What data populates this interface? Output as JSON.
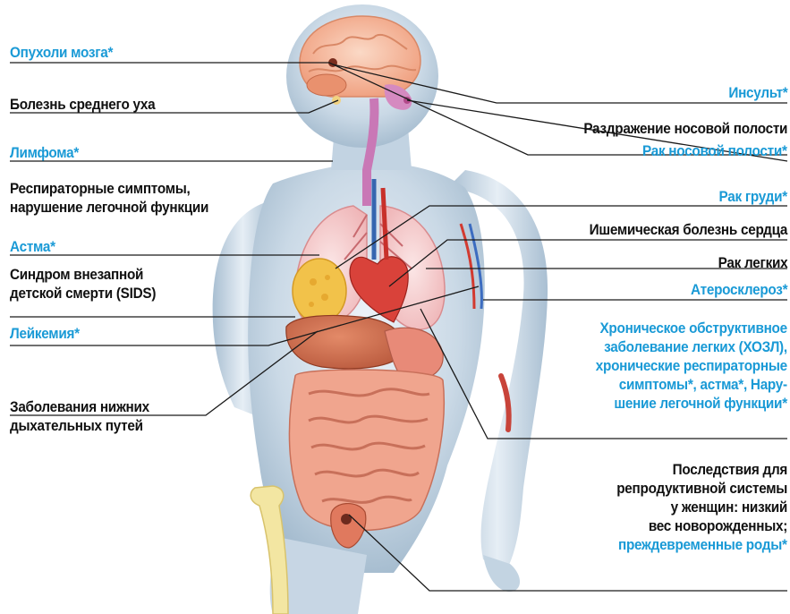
{
  "colors": {
    "highlight": "#1a9ad6",
    "text": "#111111",
    "leader_line": "#1a1a1a",
    "skin": "#b9ccdc",
    "organ": "#e8735a"
  },
  "labels_left": [
    {
      "id": "brain-tumor",
      "text": "Опухоли мозга*",
      "highlight": true
    },
    {
      "id": "middle-ear",
      "text": "Болезнь среднего уха",
      "highlight": false
    },
    {
      "id": "lymphoma",
      "text": "Лимфома*",
      "highlight": true
    },
    {
      "id": "respiratory",
      "lines": [
        "Респираторные симптомы,",
        "нарушение легочной функции"
      ],
      "highlight": false
    },
    {
      "id": "asthma",
      "text": "Астма*",
      "highlight": true
    },
    {
      "id": "sids",
      "lines": [
        "Синдром внезапной",
        "детской смерти (SIDS)"
      ],
      "highlight": false
    },
    {
      "id": "leukemia",
      "text": "Лейкемия*",
      "highlight": true
    },
    {
      "id": "lower-resp",
      "lines": [
        "Заболевания нижних",
        "дыхательных путей"
      ],
      "highlight": false
    }
  ],
  "labels_right": [
    {
      "id": "stroke",
      "text": "Инсульт*",
      "highlight": true
    },
    {
      "id": "nasal-irritation",
      "text": "Раздражение носовой полости",
      "highlight": false
    },
    {
      "id": "nasal-cancer",
      "text": "Рак носовой полости*",
      "highlight": true
    },
    {
      "id": "breast-cancer",
      "text": "Рак груди*",
      "highlight": true
    },
    {
      "id": "heart",
      "text": "Ишемическая болезнь сердца",
      "highlight": false
    },
    {
      "id": "lung-cancer",
      "text": "Рак легких",
      "highlight": false
    },
    {
      "id": "atherosclerosis",
      "text": "Атеросклероз*",
      "highlight": true
    },
    {
      "id": "copd",
      "lines": [
        "Хроническое обструктивное",
        "заболевание легких (ХОЗЛ),",
        "хронические респираторные",
        "симптомы*, астма*, Нaру-",
        "шение легочной функции*"
      ],
      "highlight": true
    },
    {
      "id": "reproductive",
      "lines": [
        "Последствия для",
        "репродуктивной системы",
        "у женщин: низкий",
        "вес новорожденных;"
      ],
      "highlight": false
    },
    {
      "id": "preterm",
      "text": "преждевременные роды*",
      "highlight": true
    }
  ]
}
